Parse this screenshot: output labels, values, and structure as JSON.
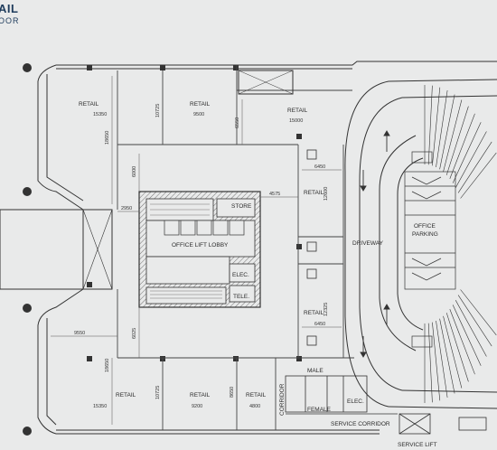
{
  "header": {
    "title": "AIL",
    "subtitle": "OOR"
  },
  "rooms": [
    {
      "id": "retail-nw",
      "label": "RETAIL",
      "dim": "15350"
    },
    {
      "id": "retail-n-mid",
      "label": "RETAIL",
      "dim": "9500"
    },
    {
      "id": "retail-n-right",
      "label": "RETAIL",
      "dim": "15000"
    },
    {
      "id": "retail-e-upper",
      "label": "RETAIL"
    },
    {
      "id": "retail-e-lower",
      "label": "RETAIL"
    },
    {
      "id": "retail-sw",
      "label": "RETAIL",
      "dim": "15350"
    },
    {
      "id": "retail-s-mid",
      "label": "RETAIL",
      "dim": "9200"
    },
    {
      "id": "retail-s-right",
      "label": "RETAIL",
      "dim": "4800"
    },
    {
      "id": "store",
      "label": "STORE"
    },
    {
      "id": "office-lift-lobby",
      "label": "OFFICE LIFT LOBBY"
    },
    {
      "id": "elec-core",
      "label": "ELEC."
    },
    {
      "id": "tele",
      "label": "TELE."
    },
    {
      "id": "driveway",
      "label": "DRIVEWAY"
    },
    {
      "id": "office-parking",
      "label": "OFFICE\nPARKING"
    },
    {
      "id": "male",
      "label": "MALE"
    },
    {
      "id": "female",
      "label": "FEMALE"
    },
    {
      "id": "elec-wc",
      "label": "ELEC."
    },
    {
      "id": "corridor",
      "label": "CORRIDOR"
    },
    {
      "id": "service-corridor",
      "label": "SERVICE CORRIDOR"
    },
    {
      "id": "service-lift",
      "label": "SERVICE LIFT"
    }
  ],
  "dimensions": {
    "d18650_top": "18650",
    "d10725_top": "10725",
    "d6550": "6550",
    "d6000": "6000",
    "d2950": "2950",
    "d4575": "4575",
    "d6450_top": "6450",
    "d12600": "12600",
    "d12325": "12325",
    "d6450_bot": "6450",
    "d9550": "9550",
    "d6025": "6025",
    "d18650_bot": "18650",
    "d10725_bot": "10725",
    "d8650": "8650"
  }
}
